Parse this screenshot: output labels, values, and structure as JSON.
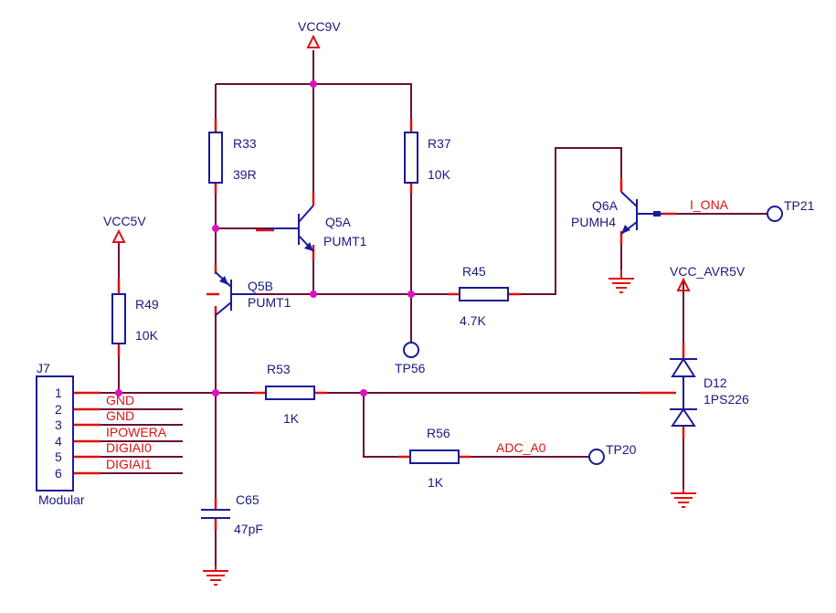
{
  "power": {
    "vcc9v": "VCC9V",
    "vcc5v": "VCC5V",
    "vcc_avr5v": "VCC_AVR5V"
  },
  "components": {
    "r33": {
      "ref": "R33",
      "value": "39R"
    },
    "r37": {
      "ref": "R37",
      "value": "10K"
    },
    "r45": {
      "ref": "R45",
      "value": "4.7K"
    },
    "r49": {
      "ref": "R49",
      "value": "10K"
    },
    "r53": {
      "ref": "R53",
      "value": "1K"
    },
    "r56": {
      "ref": "R56",
      "value": "1K"
    },
    "q5a": {
      "ref": "Q5A",
      "value": "PUMT1"
    },
    "q5b": {
      "ref": "Q5B",
      "value": "PUMT1"
    },
    "q6a": {
      "ref": "Q6A",
      "value": "PUMH4"
    },
    "c65": {
      "ref": "C65",
      "value": "47pF"
    },
    "d12": {
      "ref": "D12",
      "value": "1PS226"
    },
    "j7": {
      "ref": "J7",
      "value": "Modular"
    }
  },
  "testpoints": {
    "tp21": "TP21",
    "tp56": "TP56",
    "tp20": "TP20"
  },
  "nets": {
    "i_ona": "I_ONA",
    "adc_a0": "ADC_A0"
  },
  "connector_pins": [
    {
      "num": "1",
      "net": "GND"
    },
    {
      "num": "2",
      "net": "GND"
    },
    {
      "num": "3",
      "net": "IPOWERA"
    },
    {
      "num": "4",
      "net": "DIGIAI0"
    },
    {
      "num": "5",
      "net": "DIGIAI1"
    },
    {
      "num": "6",
      "net": ""
    }
  ],
  "colors": {
    "wire": "#6b0f2e",
    "pin": "#e01010",
    "symbol": "#1a1a9a",
    "junction": "#e010c0"
  }
}
